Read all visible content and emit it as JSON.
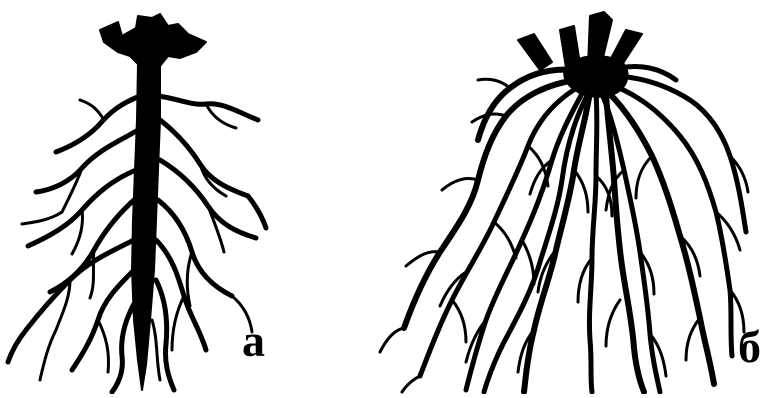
{
  "figure": {
    "panels": [
      {
        "id": "a",
        "label": "а",
        "root_type": "taproot"
      },
      {
        "id": "b",
        "label": "б",
        "root_type": "fibrous"
      }
    ],
    "colors": {
      "ink": "#000000",
      "background": "#ffffff"
    }
  }
}
